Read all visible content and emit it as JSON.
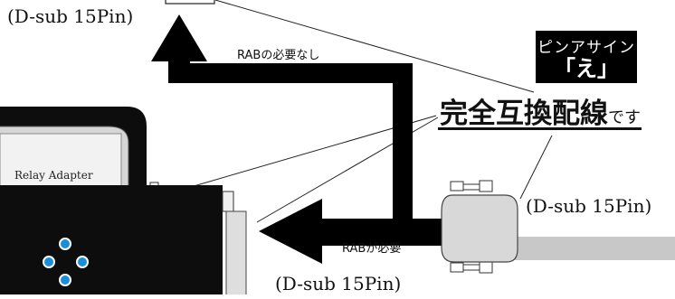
{
  "labels": {
    "dsub_top": "(D-sub 15Pin)",
    "dsub_right": "(D-sub 15Pin)",
    "dsub_bottom": "(D-sub 15Pin)",
    "rab_not_needed": "RABの必要なし",
    "rab_needed": "RABが必要",
    "relay_adapter": "Relay Adapter"
  },
  "badge": {
    "line1": "ピンアサイン",
    "line2": "「え」"
  },
  "headline": {
    "main": "完全互換配線",
    "suffix": "です"
  },
  "colors": {
    "arrow": "#000000",
    "device_body": "#0d0d0d",
    "button": "#1a8fd8",
    "cable": "#c8c8c8"
  },
  "icons": {
    "dpad_buttons": "four-blue-buttons"
  }
}
